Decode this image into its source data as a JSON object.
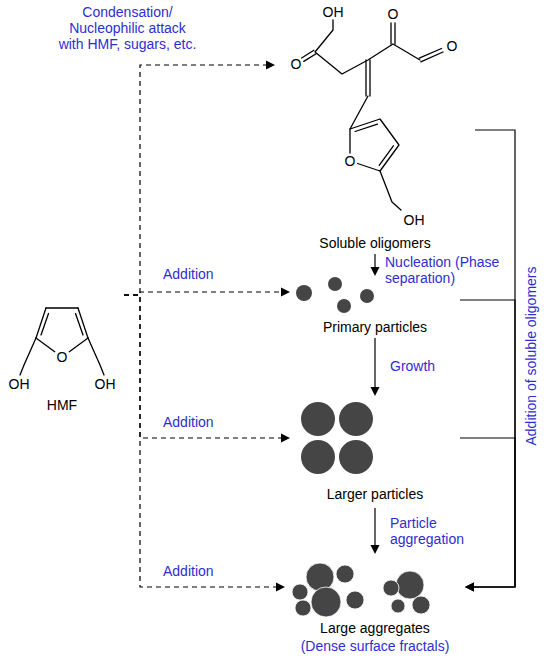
{
  "diagram": {
    "nodes": [
      {
        "text": [
          "OH",
          "O",
          "OH",
          "HMF"
        ]
      },
      {
        "text": [
          "OH",
          "O",
          "O",
          "O",
          "O",
          "OH",
          "Soluble oligomers"
        ]
      },
      {
        "text": [
          "Primary particles"
        ]
      },
      {
        "text": [
          "Larger particles"
        ]
      },
      {
        "text": [
          "Large aggregates",
          "(Dense surface fractals)"
        ]
      }
    ],
    "edges": [
      {
        "from": 0,
        "to": 1,
        "arrow": "to",
        "label": "Condensation/ Nucleophilic attack with HMF, sugars, etc."
      },
      {
        "from": 0,
        "to": 2,
        "arrow": "to",
        "label": "Addition"
      },
      {
        "from": 0,
        "to": 3,
        "arrow": "to",
        "label": "Addition"
      },
      {
        "from": 0,
        "to": 4,
        "arrow": "to",
        "label": "Addition"
      },
      {
        "from": 1,
        "to": 2,
        "arrow": "to",
        "label": "Nucleation (Phase separation)"
      },
      {
        "from": 2,
        "to": 3,
        "arrow": "to",
        "label": "Growth"
      },
      {
        "from": 3,
        "to": 4,
        "arrow": "to",
        "label": "Particle aggregation"
      },
      {
        "from": 1,
        "to": 4,
        "arrow": "to",
        "label": "Addition of soluble oligomers"
      },
      {
        "from": 2,
        "to": 4,
        "arrow": "to"
      },
      {
        "from": 3,
        "to": 4,
        "arrow": "to"
      }
    ]
  }
}
